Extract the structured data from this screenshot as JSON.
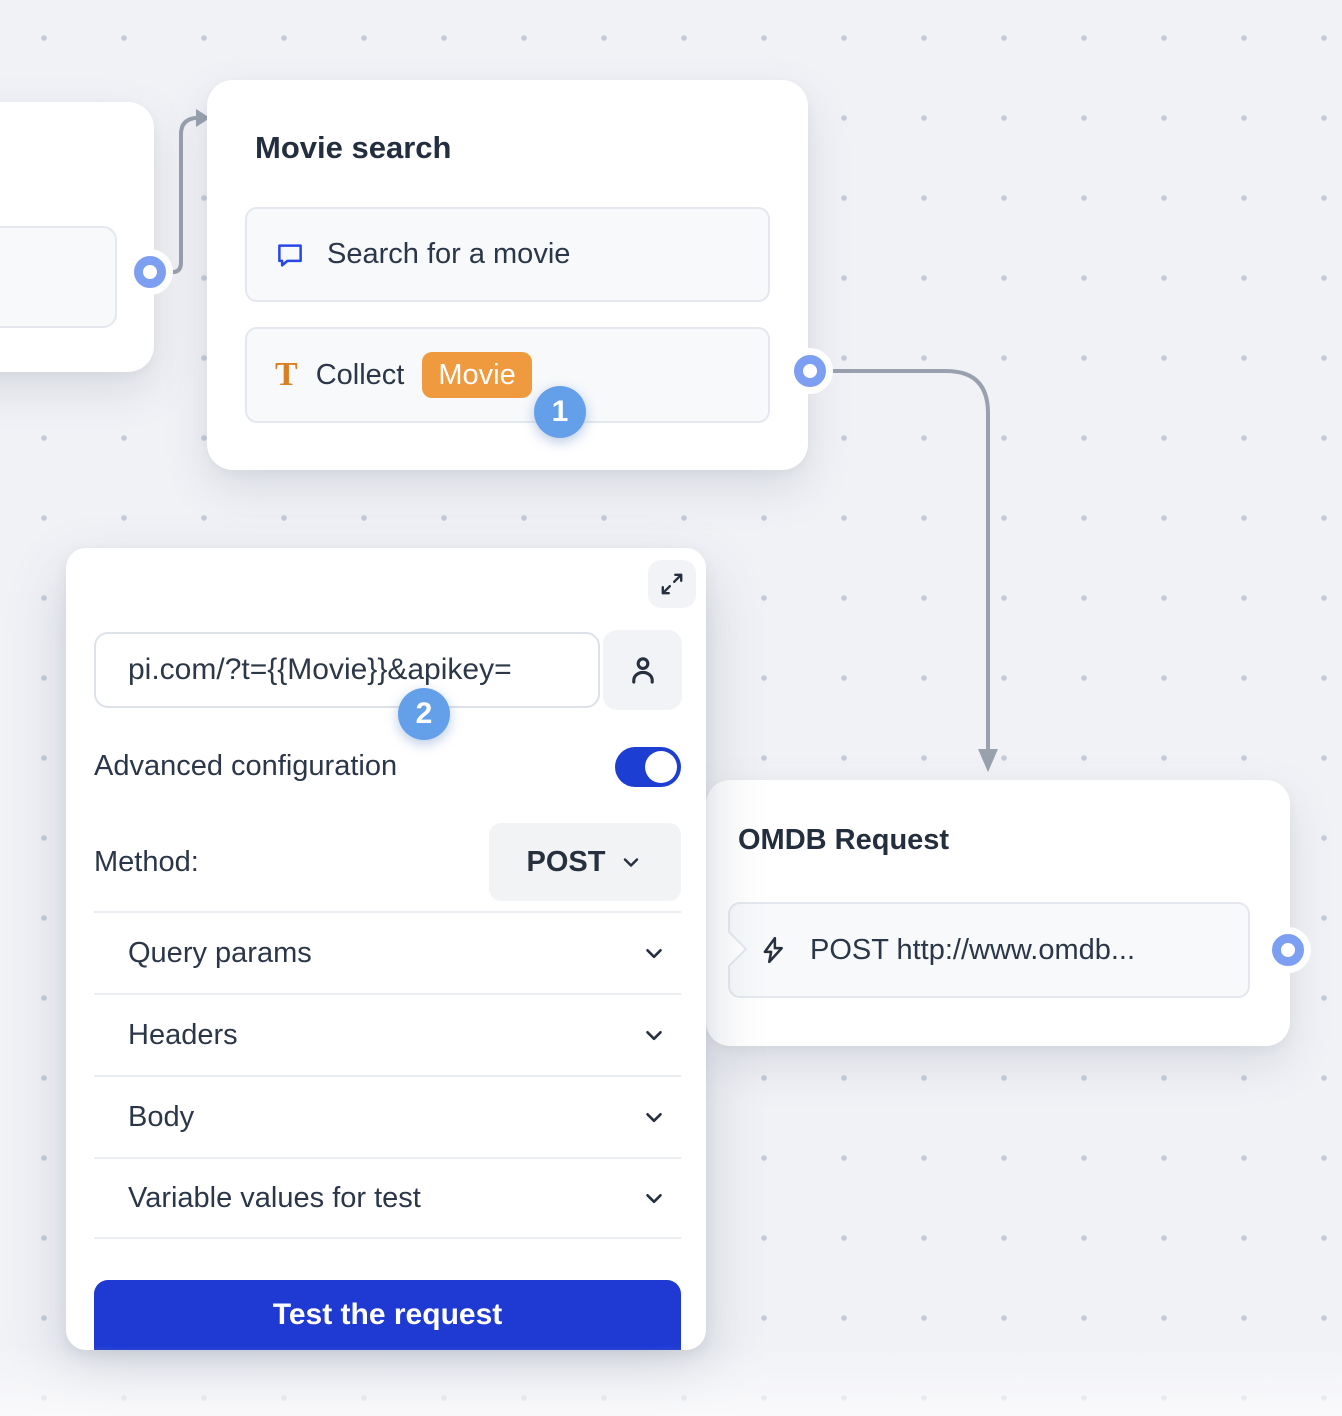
{
  "canvas": {
    "background": "#f1f2f6",
    "dot_color": "#c5cbd9"
  },
  "nodes": {
    "movie_search": {
      "title": "Movie search",
      "items": [
        {
          "icon": "chat-bubble-icon",
          "label": "Search for a movie"
        },
        {
          "icon": "text-type-icon",
          "label": "Collect",
          "chip": "Movie"
        }
      ],
      "step_badge": "1"
    },
    "omdb_request": {
      "title": "OMDB Request",
      "items": [
        {
          "icon": "lightning-icon",
          "label": "POST http://www.omdb..."
        }
      ]
    }
  },
  "panel": {
    "step_badge": "2",
    "url_value": "pi.com/?t={{Movie}}&apikey=",
    "icons": [
      "expand-icon",
      "person-icon",
      "chevron-down-icon"
    ],
    "advanced_label": "Advanced configuration",
    "advanced_enabled": true,
    "method_label": "Method:",
    "method_value": "POST",
    "sections": [
      {
        "label": "Query params"
      },
      {
        "label": "Headers"
      },
      {
        "label": "Body"
      },
      {
        "label": "Variable values for test"
      }
    ],
    "test_button": "Test the request"
  },
  "colors": {
    "accent_blue": "#1e3ad2",
    "toggle_blue": "#1d3ed3",
    "chip_orange": "#f09a3f",
    "icon_orange": "#d97f25",
    "icon_blue": "#2847e8",
    "badge_blue": "#64a0ea",
    "port_blue": "#7d9ff2",
    "connector_gray": "#99a0ae"
  }
}
